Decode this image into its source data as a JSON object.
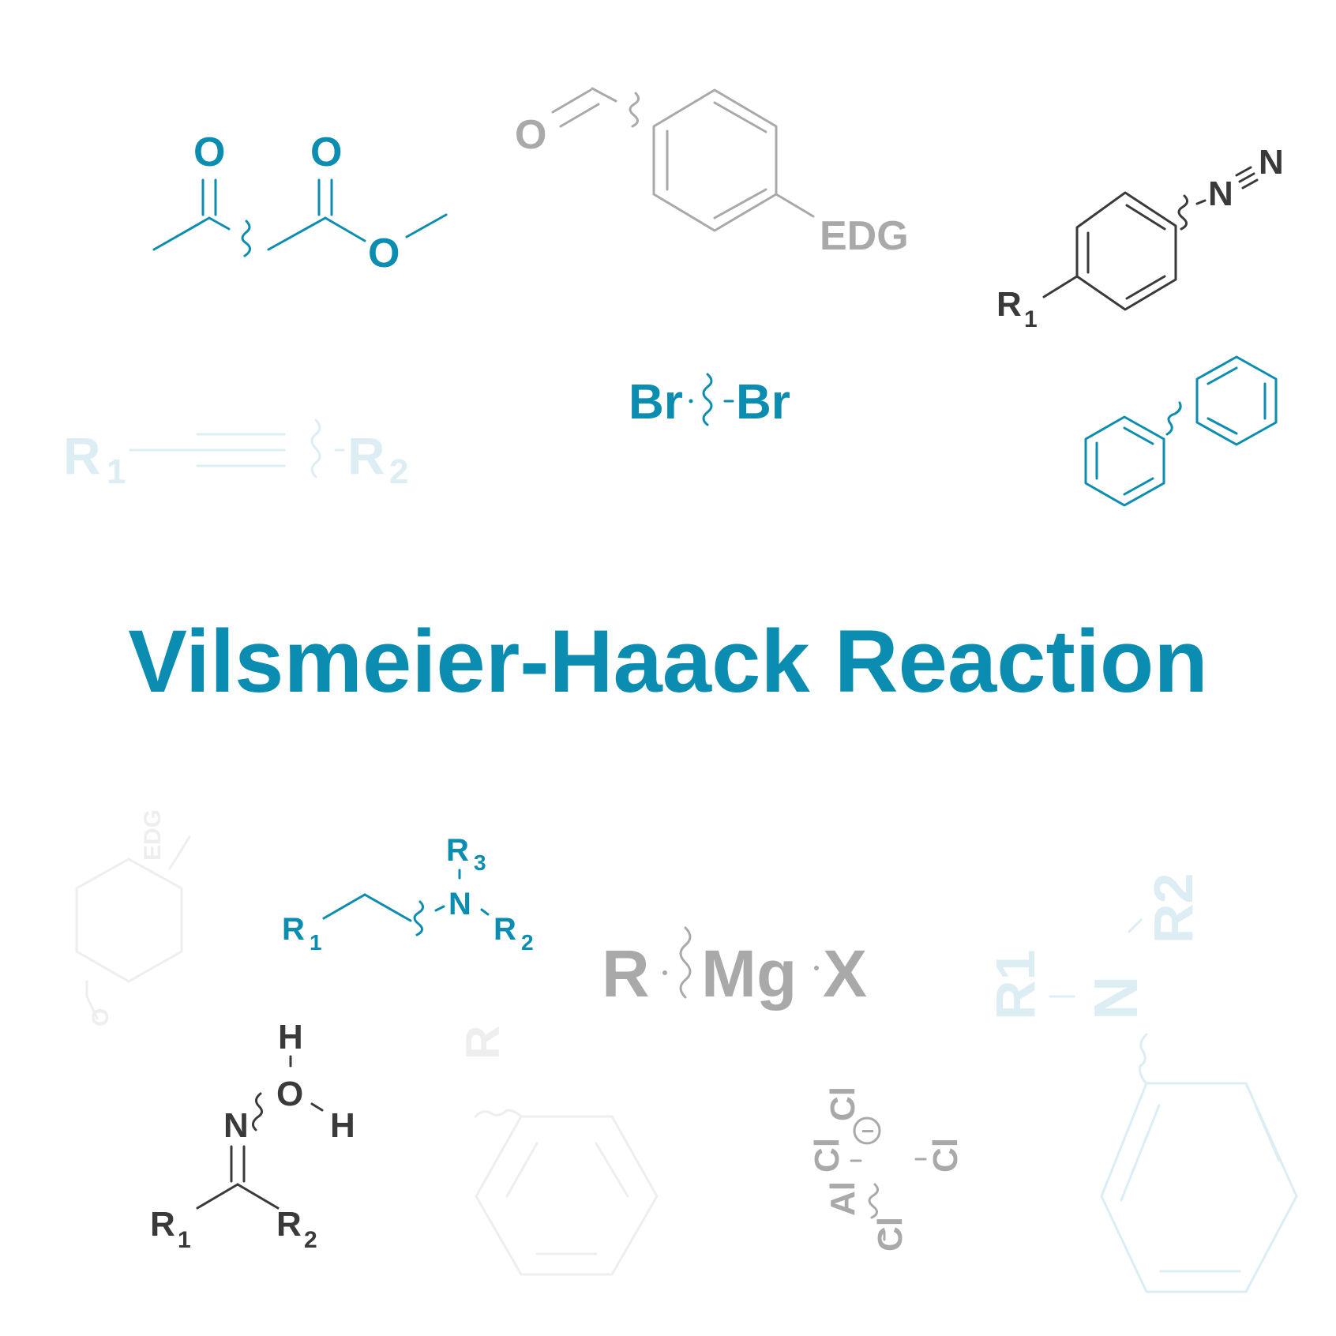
{
  "title": "Vilsmeier-Haack Reaction",
  "colors": {
    "teal": "#0a8db0",
    "gray": "#a9a9a9",
    "dark": "#3a3a3a",
    "pale_blue": "#dcedf4",
    "pale_gray": "#eeeeee"
  },
  "molecules": {
    "ketoester": {
      "o1": "O",
      "o2": "O",
      "o3": "O"
    },
    "aldehyde": {
      "o": "O",
      "edg": "EDG"
    },
    "diazonium": {
      "r": "R",
      "r_sub": "1",
      "n1": "N",
      "n2": "N"
    },
    "bromine": {
      "left": "Br",
      "right": "Br"
    },
    "alkyne": {
      "r1": "R",
      "r1_sub": "1",
      "r2": "R",
      "r2_sub": "2"
    },
    "amine": {
      "r1": "R",
      "r1_sub": "1",
      "n": "N",
      "r2": "R",
      "r2_sub": "2",
      "r3": "R",
      "r3_sub": "3"
    },
    "grignard": {
      "r": "R",
      "mg": "Mg",
      "x": "X"
    },
    "imine": {
      "n": "N",
      "o": "O",
      "h1": "H",
      "h2": "H",
      "r1": "R",
      "r1_sub": "1",
      "r2": "R",
      "r2_sub": "2"
    },
    "aluminate": {
      "cl_top": "Cl",
      "al": "Al",
      "cl_right": "Cl",
      "cl_left": "Cl",
      "cl_bottom": "Cl",
      "charge": "−"
    },
    "faded_aldehyde": {
      "o": "O",
      "edg": "EDG"
    },
    "faded_amine": {
      "r1": "R1",
      "n": "N",
      "r2": "R2"
    },
    "faded_benzene": {
      "r": "R"
    }
  }
}
